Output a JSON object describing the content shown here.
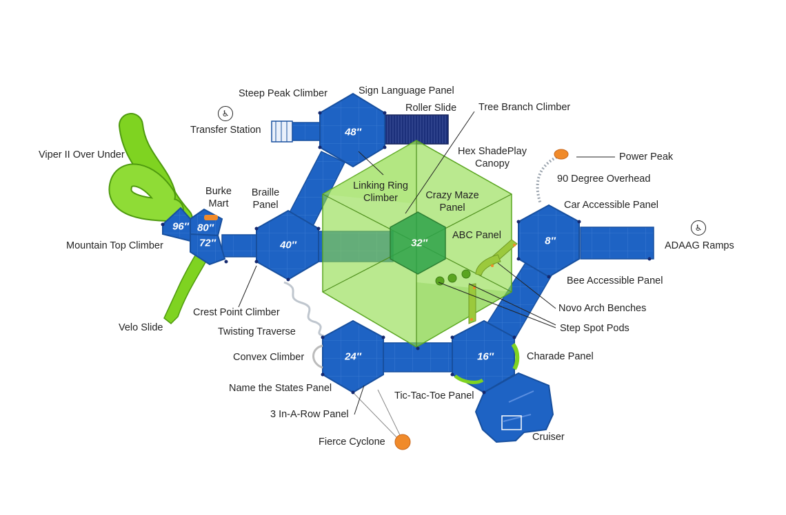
{
  "heights": {
    "h48": "48″",
    "h40": "40″",
    "h32": "32″",
    "h24": "24″",
    "h16": "16″",
    "h8": "8″",
    "h96": "96″",
    "h80": "80″",
    "h72": "72″"
  },
  "labels": {
    "steep_peak_climber": "Steep Peak Climber",
    "sign_language_panel": "Sign Language Panel",
    "roller_slide": "Roller Slide",
    "tree_branch_climber": "Tree Branch Climber",
    "transfer_station": "Transfer Station",
    "viper_ii_over_under": "Viper II Over Under",
    "hex_shadeplay_canopy_1": "Hex ShadePlay",
    "hex_shadeplay_canopy_2": "Canopy",
    "power_peak": "Power Peak",
    "ninety_degree_overhead": "90 Degree Overhead",
    "burke_mart_1": "Burke",
    "burke_mart_2": "Mart",
    "braille_panel_1": "Braille",
    "braille_panel_2": "Panel",
    "linking_ring_climber_1": "Linking Ring",
    "linking_ring_climber_2": "Climber",
    "crazy_maze_panel_1": "Crazy Maze",
    "crazy_maze_panel_2": "Panel",
    "car_accessible_panel": "Car Accessible Panel",
    "mountain_top_climber": "Mountain Top Climber",
    "abc_panel": "ABC Panel",
    "adaag_ramps": "ADAAG Ramps",
    "bee_accessible_panel": "Bee Accessible Panel",
    "crest_point_climber": "Crest Point Climber",
    "novo_arch_benches": "Novo Arch Benches",
    "velo_slide": "Velo Slide",
    "twisting_traverse": "Twisting Traverse",
    "step_spot_pods": "Step Spot Pods",
    "convex_climber": "Convex Climber",
    "charade_panel": "Charade Panel",
    "name_the_states_panel": "Name the States Panel",
    "tic_tac_toe_panel": "Tic-Tac-Toe Panel",
    "three_in_a_row_panel": "3 In-A-Row Panel",
    "fierce_cyclone": "Fierce Cyclone",
    "cruiser": "Cruiser"
  },
  "icons": {
    "accessibility": "wheelchair-icon",
    "accessibility_glyph": "♿"
  },
  "colors": {
    "deck_blue": "#1e63c4",
    "deck_blue_dark": "#174f9e",
    "slide_green": "#7fd321",
    "canopy_green": "#8fdc4a",
    "accent_orange": "#f08a2a",
    "label_text": "#222222"
  }
}
